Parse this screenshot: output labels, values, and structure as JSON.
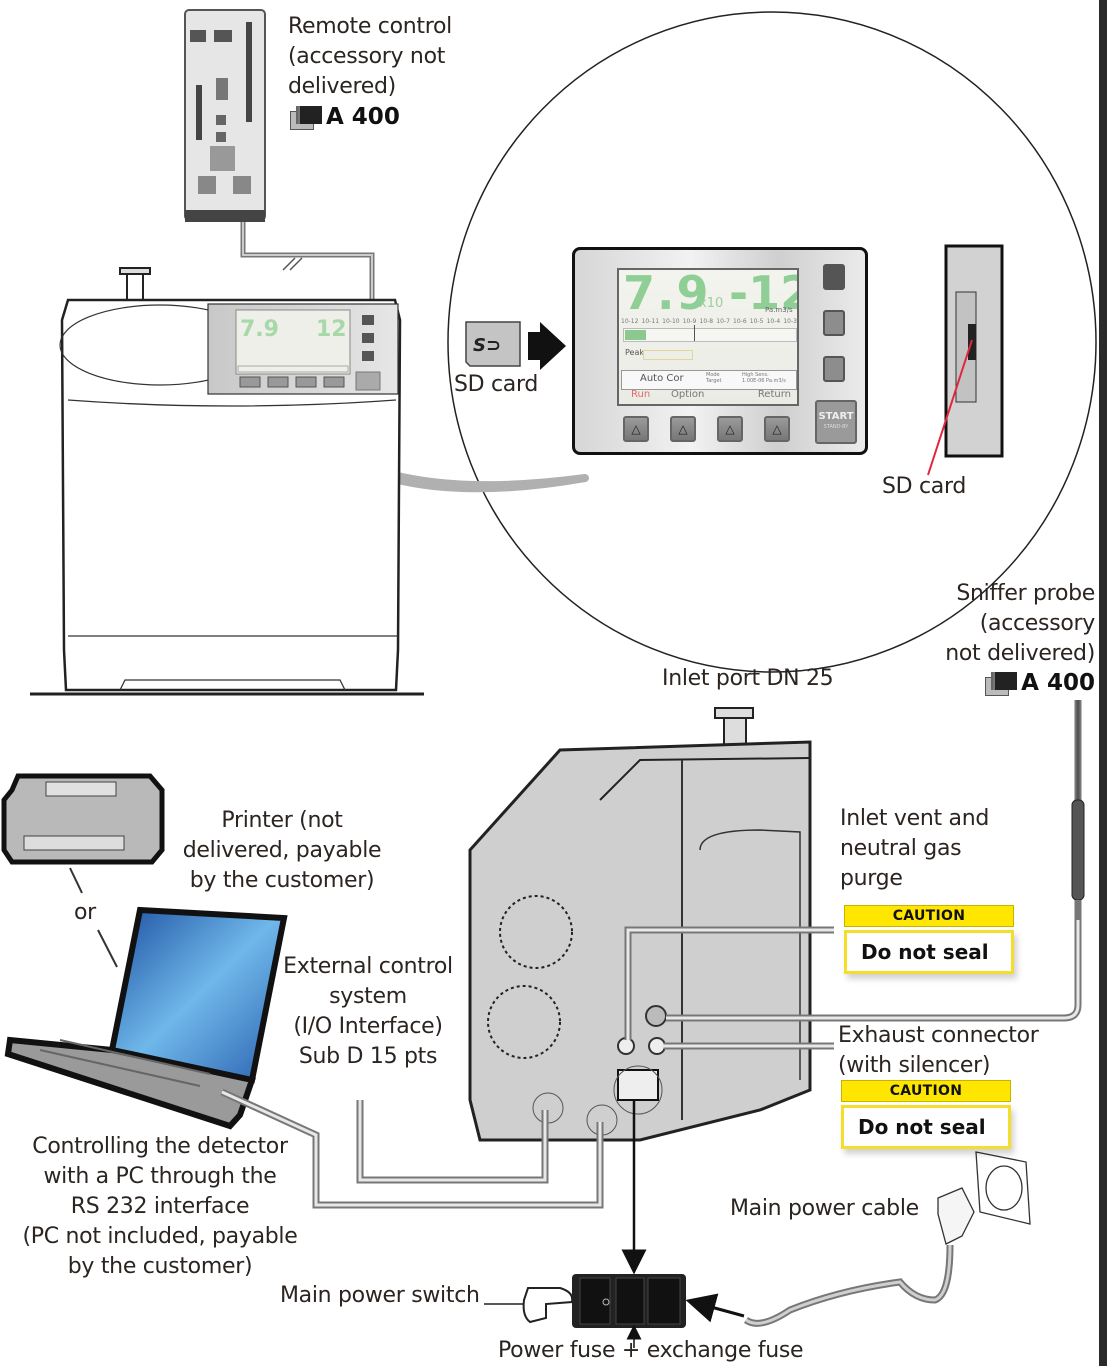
{
  "labels": {
    "remote_control": [
      "Remote control",
      "(accessory not",
      "delivered)"
    ],
    "remote_control_ref": "A 400",
    "sd_card_left": "SD card",
    "sd_card_right": "SD card",
    "sniffer_probe": [
      "Sniffer probe",
      "(accessory",
      "not delivered)"
    ],
    "sniffer_probe_ref": "A 400",
    "inlet_port": "Inlet port DN 25",
    "printer": [
      "Printer (not",
      "delivered, payable",
      "by the customer)"
    ],
    "or": "or",
    "external_control": [
      "External control",
      "system",
      "(I/O Interface)",
      "Sub D 15 pts"
    ],
    "inlet_vent": [
      "Inlet vent and",
      "neutral gas",
      "purge"
    ],
    "exhaust": [
      "Exhaust connector",
      "(with silencer)"
    ],
    "pc_control": [
      "Controlling the detector",
      "with a PC through the",
      "RS 232 interface",
      "(PC not included, payable",
      "by the customer)"
    ],
    "main_power_cable": "Main power cable",
    "main_power_switch": "Main power switch",
    "power_fuse": "Power fuse + exchange fuse"
  },
  "cautions": [
    {
      "header": "CAUTION",
      "text": "Do not seal"
    },
    {
      "header": "CAUTION",
      "text": "Do not seal"
    }
  ],
  "display": {
    "mantissa": "7.9",
    "multiplier": "x10",
    "exponent": "-12",
    "unit": "Pa.m3/s",
    "scale": [
      "10-12",
      "10-11",
      "10-10",
      "10-9",
      "10-8",
      "10-7",
      "10-6",
      "10-5",
      "10-4",
      "10-3"
    ],
    "leak_level_fraction": 0.12,
    "peak_label": "Peak",
    "status_left": "Auto Cor",
    "status_mode": "Mode",
    "status_target": "Target",
    "status_sens": "High Sens.",
    "status_value": "1.00E-06 Pa.m3/s",
    "softkeys": [
      "Run",
      "Option",
      "Return"
    ],
    "start_label": "START",
    "start_sub": "STAND-BY"
  },
  "colors": {
    "caution_yellow": "#ffe600",
    "display_green": "#8fcf95",
    "run_red": "#e26a6a",
    "sd_pointer_red": "#e0283a"
  }
}
